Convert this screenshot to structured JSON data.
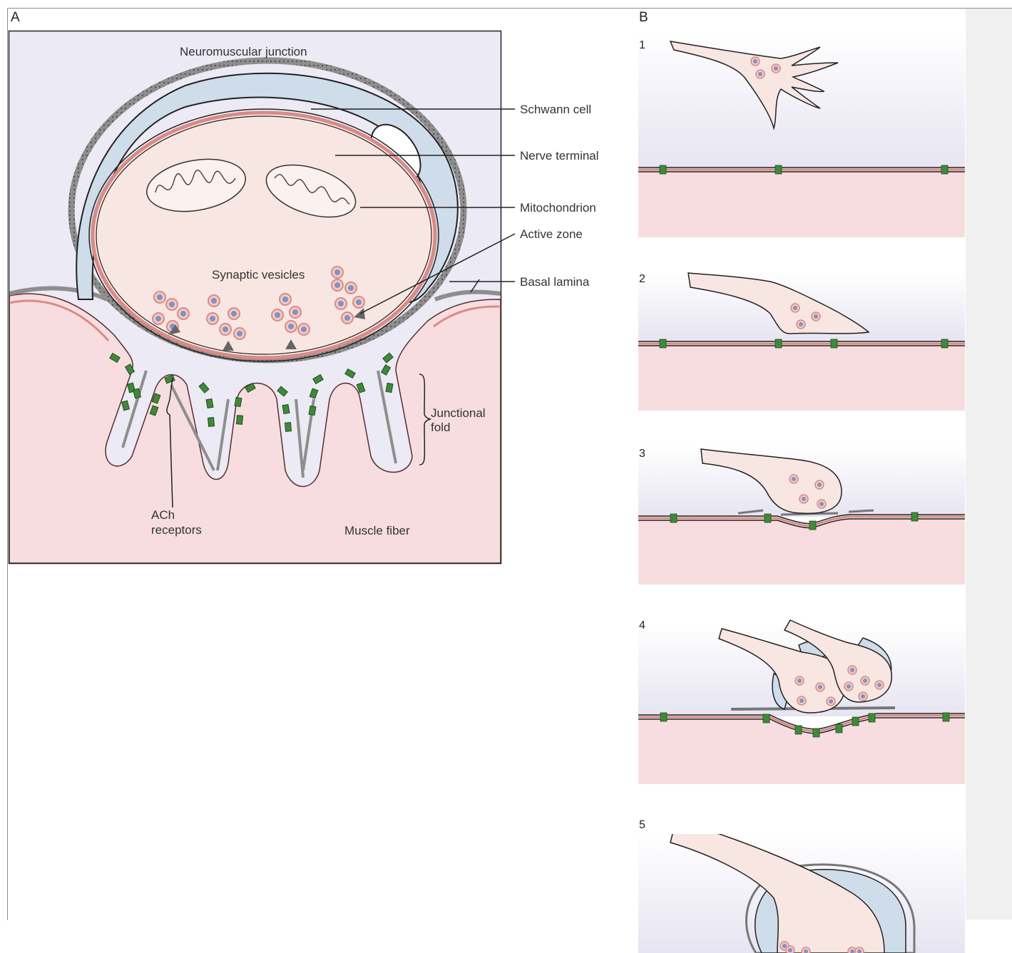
{
  "panel_a": {
    "letter": "A",
    "title": "Neuromuscular junction",
    "labels": {
      "schwann": "Schwann cell",
      "nerve_terminal": "Nerve terminal",
      "mitochondrion": "Mitochondrion",
      "active_zone": "Active zone",
      "basal_lamina": "Basal lamina",
      "synaptic_vesicles": "Synaptic vesicles",
      "junctional_fold_1": "Junctional",
      "junctional_fold_2": "fold",
      "ach_receptors_1": "ACh",
      "ach_receptors_2": "receptors",
      "muscle_fiber": "Muscle fiber"
    }
  },
  "panel_b": {
    "letter": "B",
    "stages": [
      "1",
      "2",
      "3",
      "4",
      "5"
    ]
  },
  "colors": {
    "extracellular": "#eceaf4",
    "schwann": "#cfdcea",
    "terminal": "#f8e6e2",
    "membrane_pink": "#d98b85",
    "muscle": "#f7dde0",
    "receptor_green": "#3f8a3a",
    "vesicle_blue": "#7f93c7",
    "lamina_grey": "#7a7a7a"
  }
}
